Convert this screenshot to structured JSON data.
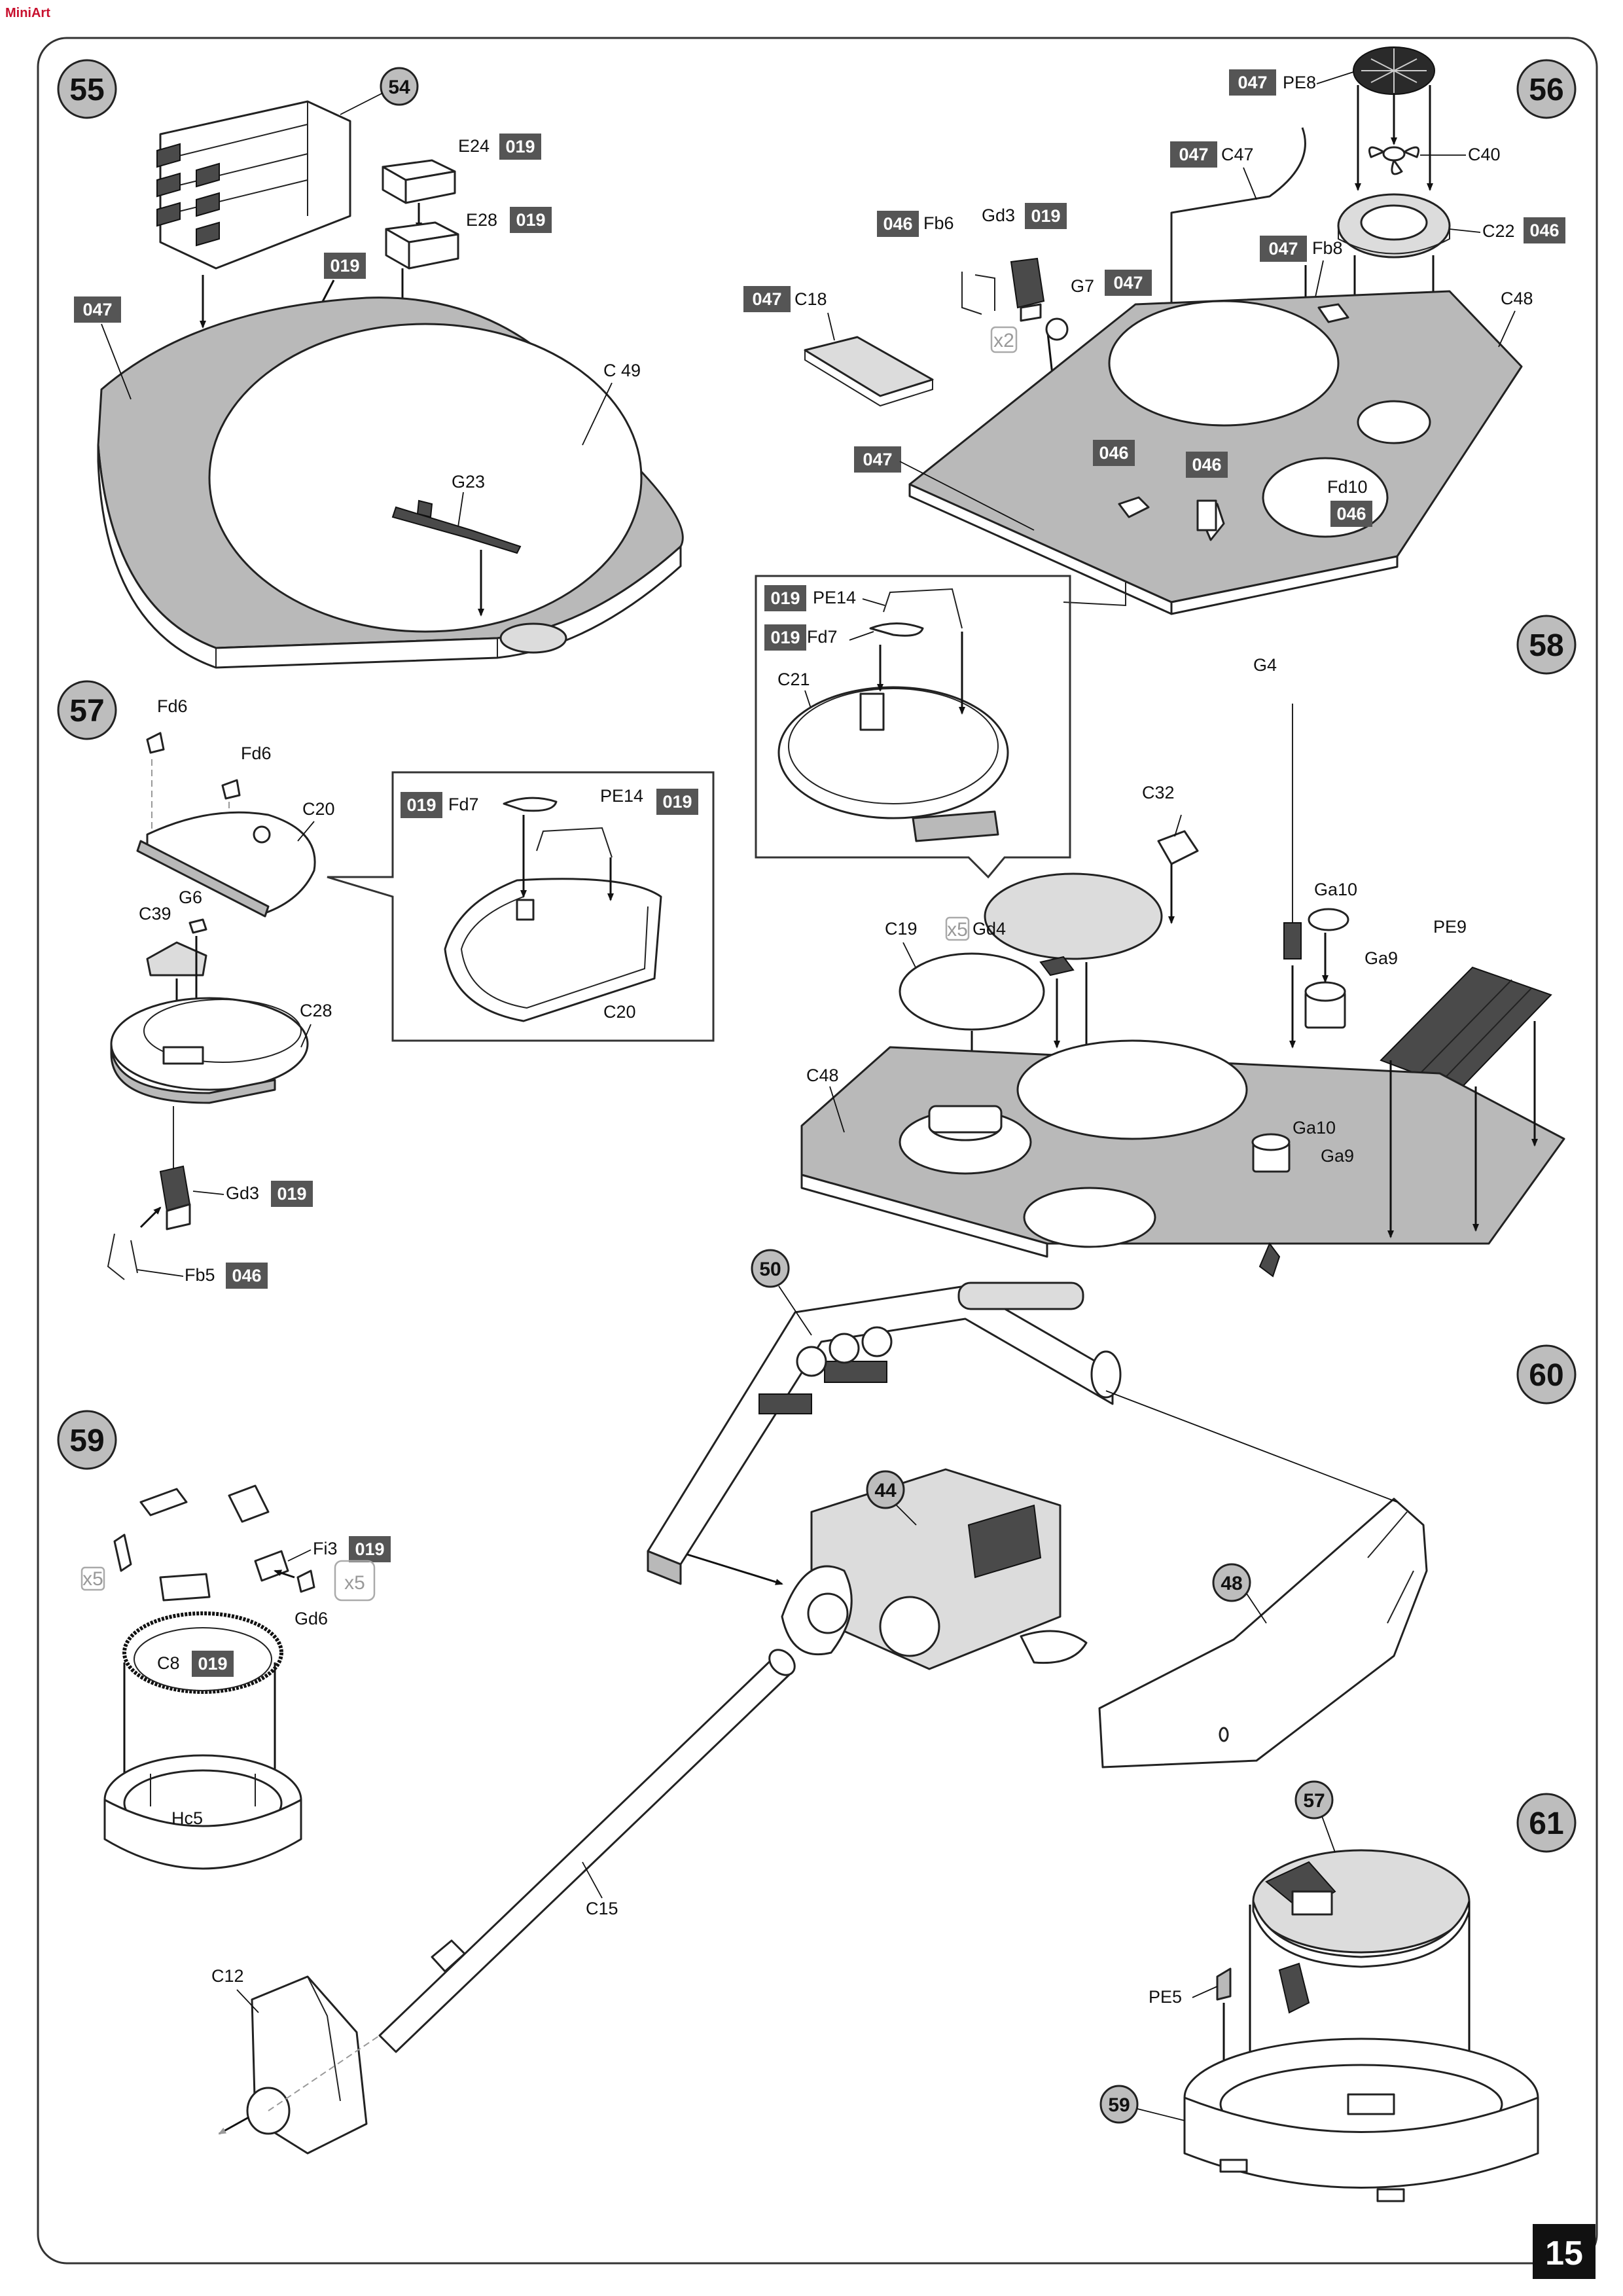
{
  "page": {
    "number": "15",
    "corner_logo": "MiniArt"
  },
  "steps": [
    {
      "number": "55",
      "parts": [
        "E24",
        "E28",
        "C 49",
        "G23"
      ],
      "colors": [
        "019",
        "019",
        "019",
        "047"
      ],
      "subassembly": "54"
    },
    {
      "number": "56",
      "parts": [
        "PE8",
        "C40",
        "C22",
        "C47",
        "Fb6",
        "Gd3",
        "Fb8",
        "G7",
        "C18",
        "C48",
        "Fd10"
      ],
      "colors": [
        "047",
        "047",
        "046",
        "046",
        "019",
        "047",
        "047",
        "047",
        "046",
        "046",
        "046",
        "047"
      ]
    },
    {
      "number": "57",
      "parts": [
        "Fd6",
        "Fd6",
        "C20",
        "G6",
        "C39",
        "C28",
        "Gd3",
        "Fb5",
        "Fd7",
        "PE14",
        "C20"
      ],
      "colors": [
        "019",
        "046",
        "019",
        "019"
      ]
    },
    {
      "number": "58",
      "parts": [
        "PE14",
        "Fd7",
        "C21",
        "G4",
        "C32",
        "C19",
        "Gd4",
        "Ga10",
        "Ga9",
        "PE9",
        "C48",
        "Ga10",
        "Ga9"
      ],
      "colors": [
        "019",
        "019"
      ],
      "quantity": "x5"
    },
    {
      "number": "59",
      "parts": [
        "Fi3",
        "Gd6",
        "C8",
        "Hc5"
      ],
      "colors": [
        "019",
        "019"
      ],
      "quantities": [
        "x5",
        "x5"
      ]
    },
    {
      "number": "60",
      "parts": [
        "C15",
        "C12"
      ],
      "subassemblies": [
        "50",
        "44",
        "48"
      ]
    },
    {
      "number": "61",
      "parts": [
        "PE5"
      ],
      "subassemblies": [
        "57",
        "59"
      ]
    }
  ],
  "labels": {
    "s55": {
      "e24": "E24",
      "e28": "E28",
      "c49": "C 49",
      "g23": "G23",
      "c019a": "019",
      "c019b": "019",
      "c019c": "019",
      "c047": "047",
      "ref54": "54",
      "num": "55"
    },
    "s56": {
      "pe8": "PE8",
      "c40": "C40",
      "c22": "C22",
      "c47": "C47",
      "fb6": "Fb6",
      "gd3": "Gd3",
      "fb8": "Fb8",
      "g7": "G7",
      "c18": "C18",
      "c48": "C48",
      "fd10": "Fd10",
      "x2": "x2",
      "k047a": "047",
      "k047b": "047",
      "k047c": "047",
      "k046a": "046",
      "k046b": "046",
      "k019": "019",
      "k047d": "047",
      "k047e": "047",
      "k047f": "047",
      "k046c": "046",
      "k046d": "046",
      "k046e": "046",
      "num": "56"
    },
    "s57": {
      "fd6a": "Fd6",
      "fd6b": "Fd6",
      "c20": "C20",
      "g6": "G6",
      "c39": "C39",
      "c28": "C28",
      "gd3": "Gd3",
      "fb5": "Fb5",
      "fd7": "Fd7",
      "pe14": "PE14",
      "c20b": "C20",
      "k019a": "019",
      "k046": "046",
      "k019b": "019",
      "k019c": "019",
      "num": "57"
    },
    "s58": {
      "pe14": "PE14",
      "fd7": "Fd7",
      "c21": "C21",
      "g4": "G4",
      "c32": "C32",
      "c19": "C19",
      "gd4": "Gd4",
      "ga10": "Ga10",
      "ga9": "Ga9",
      "pe9": "PE9",
      "c48": "C48",
      "ga10b": "Ga10",
      "ga9b": "Ga9",
      "x5": "x5",
      "k019a": "019",
      "k019b": "019",
      "num": "58"
    },
    "s59": {
      "fi3": "Fi3",
      "gd6": "Gd6",
      "c8": "C8",
      "hc5": "Hc5",
      "x5a": "x5",
      "x5b": "x5",
      "k019a": "019",
      "k019b": "019",
      "num": "59"
    },
    "s60": {
      "c15": "C15",
      "c12": "C12",
      "ref50": "50",
      "ref44": "44",
      "ref48": "48",
      "num": "60"
    },
    "s61": {
      "pe5": "PE5",
      "ref57": "57",
      "ref59": "59",
      "num": "61"
    }
  }
}
